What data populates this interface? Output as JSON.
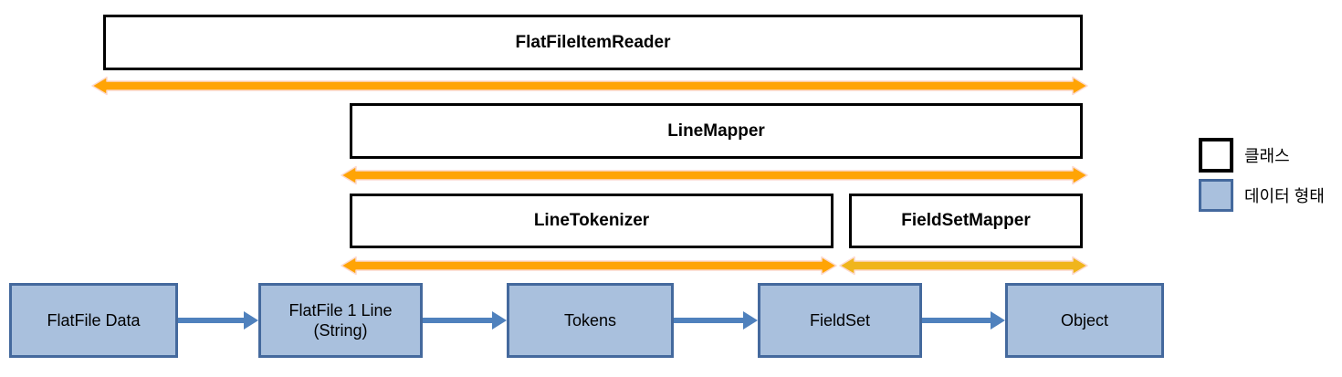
{
  "diagram": {
    "title_context": "FlatFileItemReader structure diagram",
    "class_boxes": [
      {
        "label": "FlatFileItemReader"
      },
      {
        "label": "LineMapper"
      },
      {
        "label": "LineTokenizer"
      },
      {
        "label": "FieldSetMapper"
      }
    ],
    "data_boxes": [
      {
        "label": "FlatFile Data"
      },
      {
        "label": "FlatFile 1 Line\n(String)"
      },
      {
        "label": "Tokens"
      },
      {
        "label": "FieldSet"
      },
      {
        "label": "Object"
      }
    ],
    "legend": {
      "items": [
        {
          "swatch": "class-box-swatch",
          "label": "클래스"
        },
        {
          "swatch": "data-box-swatch",
          "label": "데이터 형태"
        }
      ]
    },
    "colors": {
      "class_box_border": "#000000",
      "class_box_fill": "#ffffff",
      "data_box_fill": "#a9c0dd",
      "data_box_border": "#44699d",
      "flow_arrow_blue": "#4f81bd",
      "span_arrow_orange": "#ffa405",
      "span_arrow_gold": "#f0b51c",
      "span_arrow_outline": "#fcd9cf"
    }
  }
}
